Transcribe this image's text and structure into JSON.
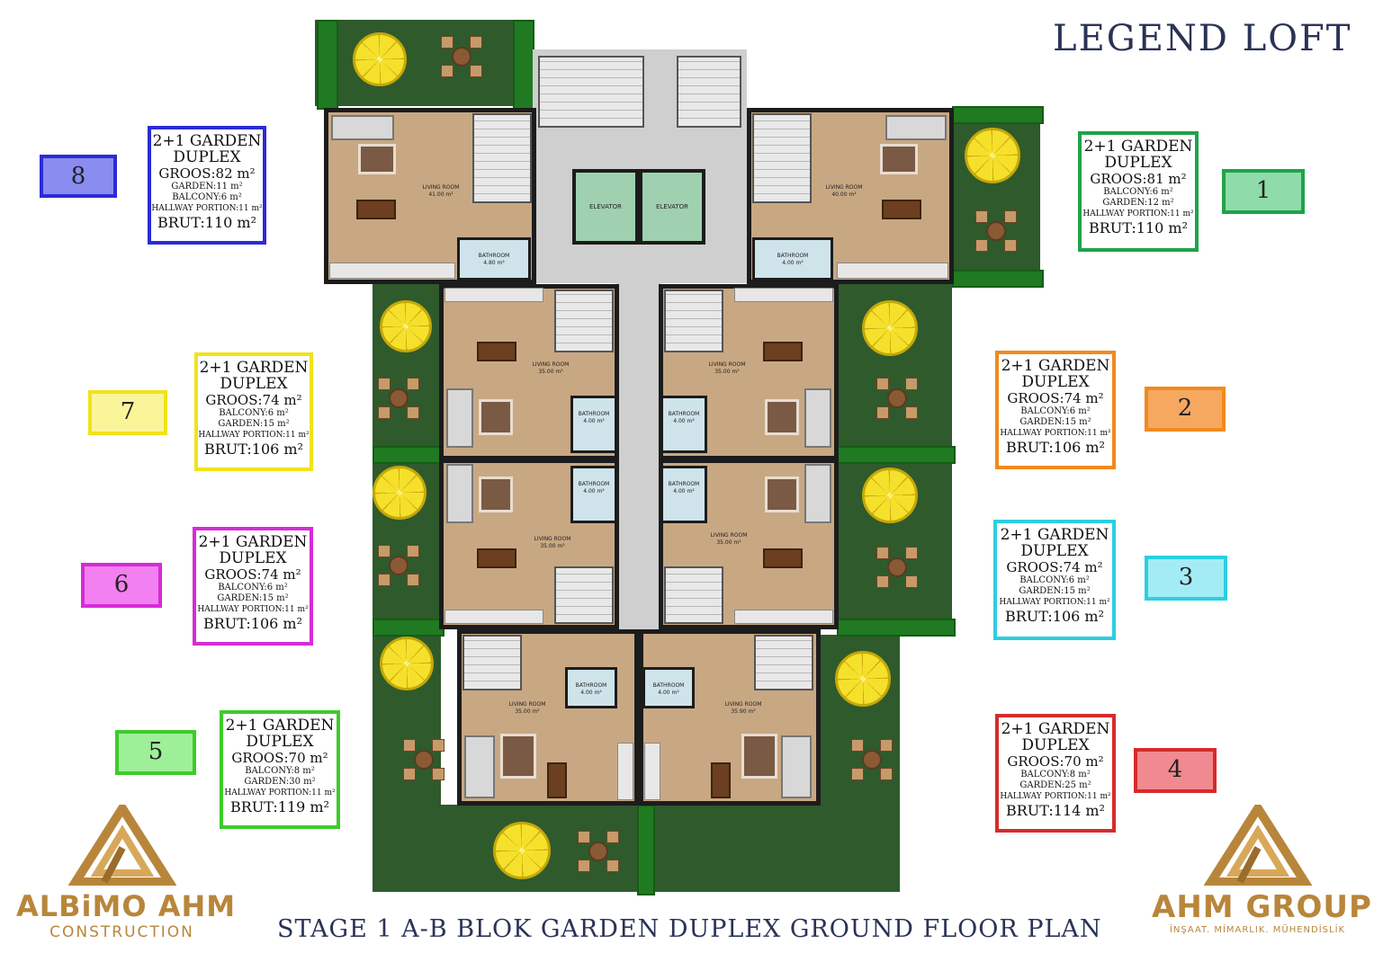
{
  "project_title": "LEGEND LOFT",
  "plan_caption": "STAGE 1  A-B BLOK GARDEN DUPLEX GROUND FLOOR PLAN",
  "elevators": [
    "ELEVATOR",
    "ELEVATOR"
  ],
  "rooms": {
    "living_8": {
      "name": "LIVING ROOM",
      "area": "41.00 m²"
    },
    "living_1": {
      "name": "LIVING ROOM",
      "area": "40.00 m²"
    },
    "living_7": {
      "name": "LIVING ROOM",
      "area": "35.00 m²"
    },
    "living_2": {
      "name": "LIVING ROOM",
      "area": "35.00 m²"
    },
    "living_6": {
      "name": "LIVING ROOM",
      "area": "35.00 m²"
    },
    "living_3": {
      "name": "LIVING ROOM",
      "area": "35.00 m²"
    },
    "living_5": {
      "name": "LIVING ROOM",
      "area": "35.00 m²"
    },
    "living_4": {
      "name": "LIVING ROOM",
      "area": "35.90 m²"
    },
    "bath_8": {
      "name": "BATHROOM",
      "area": "4.80 m²"
    },
    "bath_1": {
      "name": "BATHROOM",
      "area": "4.00 m²"
    },
    "bath_7": {
      "name": "BATHROOM",
      "area": "4.00 m²"
    },
    "bath_2": {
      "name": "BATHROOM",
      "area": "4.00 m²"
    },
    "bath_6": {
      "name": "BATHROOM",
      "area": "4.00 m²"
    },
    "bath_3": {
      "name": "BATHROOM",
      "area": "4.00 m²"
    },
    "bath_5": {
      "name": "BATHROOM",
      "area": "4.00 m²"
    },
    "bath_4": {
      "name": "BATHROOM",
      "area": "4.00 m²"
    }
  },
  "units": {
    "u8": {
      "number": "8",
      "color": "#2b2bd6",
      "fill": "#8a8cf0",
      "type": "2+1 GARDEN",
      "sub": "DUPLEX",
      "groos": "GROOS:82 m²",
      "lines": [
        "GARDEN:11 m²",
        "BALCONY:6 m²",
        "HALLWAY PORTION:11 m²"
      ],
      "brut": "BRUT:110 m²"
    },
    "u1": {
      "number": "1",
      "color": "#21a24a",
      "fill": "#8fdcaa",
      "type": "2+1 GARDEN",
      "sub": "DUPLEX",
      "groos": "GROOS:81 m²",
      "lines": [
        "BALCONY:6 m²",
        "GARDEN:12 m²",
        "HALLWAY PORTION:11 m²"
      ],
      "brut": "BRUT:110 m²"
    },
    "u7": {
      "number": "7",
      "color": "#f2e21a",
      "fill": "#fbf59a",
      "type": "2+1 GARDEN",
      "sub": "DUPLEX",
      "groos": "GROOS:74 m²",
      "lines": [
        "BALCONY:6 m²",
        "GARDEN:15 m²",
        "HALLWAY PORTION:11 m²"
      ],
      "brut": "BRUT:106 m²"
    },
    "u2": {
      "number": "2",
      "color": "#f08a1c",
      "fill": "#f7a860",
      "type": "2+1 GARDEN",
      "sub": "DUPLEX",
      "groos": "GROOS:74 m²",
      "lines": [
        "BALCONY:6 m²",
        "GARDEN:15 m²",
        "HALLWAY PORTION:11 m²"
      ],
      "brut": "BRUT:106 m²"
    },
    "u6": {
      "number": "6",
      "color": "#d62bd6",
      "fill": "#f280f0",
      "type": "2+1 GARDEN",
      "sub": "DUPLEX",
      "groos": "GROOS:74 m²",
      "lines": [
        "BALCONY:6 m²",
        "GARDEN:15 m²",
        "HALLWAY PORTION:11 m²"
      ],
      "brut": "BRUT:106 m²"
    },
    "u3": {
      "number": "3",
      "color": "#2bcfe0",
      "fill": "#a4ecf5",
      "type": "2+1 GARDEN",
      "sub": "DUPLEX",
      "groos": "GROOS:74 m²",
      "lines": [
        "BALCONY:6 m²",
        "GARDEN:15 m²",
        "HALLWAY PORTION:11 m²"
      ],
      "brut": "BRUT:106 m²"
    },
    "u5": {
      "number": "5",
      "color": "#3ecb2b",
      "fill": "#9ef098",
      "type": "2+1 GARDEN",
      "sub": "DUPLEX",
      "groos": "GROOS:70 m²",
      "lines": [
        "BALCONY:8 m²",
        "GARDEN:30 m²",
        "HALLWAY PORTION:11 m²"
      ],
      "brut": "BRUT:119 m²"
    },
    "u4": {
      "number": "4",
      "color": "#d62b2b",
      "fill": "#f08a90",
      "type": "2+1 GARDEN",
      "sub": "DUPLEX",
      "groos": "GROOS:70 m²",
      "lines": [
        "BALCONY:8 m²",
        "GARDEN:25 m²",
        "HALLWAY PORTION:11 m²"
      ],
      "brut": "BRUT:114 m²"
    }
  },
  "logos": {
    "left": {
      "name": "ALBiMO AHM",
      "sub": "CONSTRUCTION",
      "icon": "ahm-triangle-logo",
      "color": "#b8863b"
    },
    "right": {
      "name": "AHM GROUP",
      "sub": "İNŞAAT. MİMARLIK. MÜHENDİSLİK",
      "icon": "ahm-triangle-logo",
      "color": "#b8863b"
    }
  },
  "colors": {
    "grass": "#2f5a2c",
    "floor": "#c8a883",
    "corridor": "#cfcfcf",
    "elevator": "#9fd1b0",
    "umbrella": "#f5e12b",
    "title": "#2a3357"
  }
}
